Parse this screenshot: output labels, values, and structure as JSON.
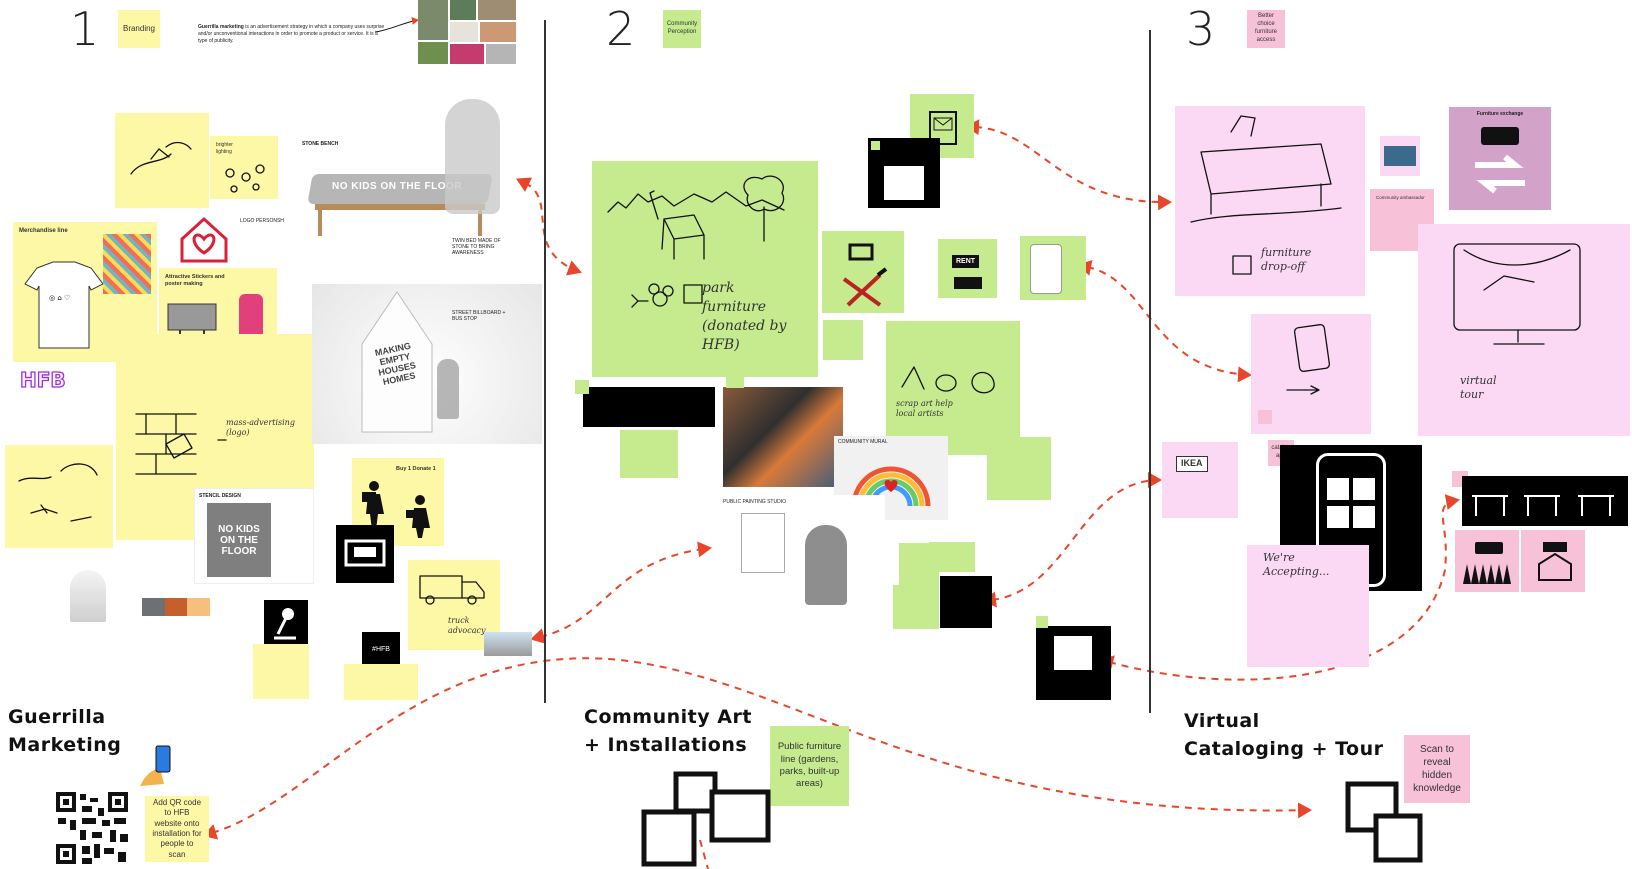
{
  "sections": [
    {
      "number": "1",
      "tag": "Branding",
      "title_line1": "Guerrilla",
      "title_line2": "Marketing"
    },
    {
      "number": "2",
      "tag": "Community Perception",
      "title_line1": "Community Art",
      "title_line2": "+ Installations"
    },
    {
      "number": "3",
      "tag": "Better choice furniture access",
      "title_line1": "Virtual",
      "title_line2": "Cataloging + Tour"
    }
  ],
  "section1": {
    "definition_bold": "Guerrilla marketing",
    "definition_rest": " is an advertisement strategy in which a company uses surprise and/or unconventional interactions in order to promote a product or service. It is a type of publicity.",
    "stone_bench_label": "STONE BENCH",
    "bench_text": "NO KIDS ON THE FLOOR",
    "twin_bed_label": "TWIN BED MADE OF STONE TO BRING AWARENESS",
    "house_text": "MAKING EMPTY HOUSES HOMES",
    "street_billboard_label": "STREET BILLBOARD + BUS STOP",
    "logo_label": "LOGO PERSONSH",
    "brighter_lighting": "brighter lighting",
    "merchandise_line": "Merchandise line",
    "stickers_title": "Attractive Stickers and poster making",
    "hfb_logo": "HFB",
    "stencil_label": "STENCIL DESIGN",
    "stencil_text": "NO KIDS ON THE FLOOR",
    "buy_donate": "Buy 1 Donate 1",
    "hashtag": "#HFB",
    "qr_note": "Add QR code to HFB website onto installation for people to scan",
    "sketch_text": "mass-advertising (logo)",
    "truck_text": "truck advocacy"
  },
  "section2": {
    "park_sketch_text": "park furniture (donated by HFB)",
    "public_furniture_note": "Public furniture line (gardens, parks, built-up areas)",
    "public_painting_label": "PUBLIC PAINTING STUDIO",
    "community_mural_label": "COMMUNITY MURAL",
    "scrap_art_text": "scrap art help local artists",
    "rent_sign": "RENT"
  },
  "section3": {
    "furniture_dropoff": "furniture drop-off",
    "furniture_exchange": "Furniture exchange",
    "virtual_tour": "virtual tour",
    "ikea_label": "IKEA",
    "catalog_app": "catalog app",
    "accepting_text": "We're Accepting...",
    "scan_note": "Scan to reveal hidden knowledge",
    "community_ambassador": "Community ambassador"
  },
  "colors": {
    "yellow_sticky": "#fdf8a6",
    "green_sticky": "#c6eb8f",
    "pink_sticky": "#fbd9f4",
    "connector": "#e8462a"
  }
}
